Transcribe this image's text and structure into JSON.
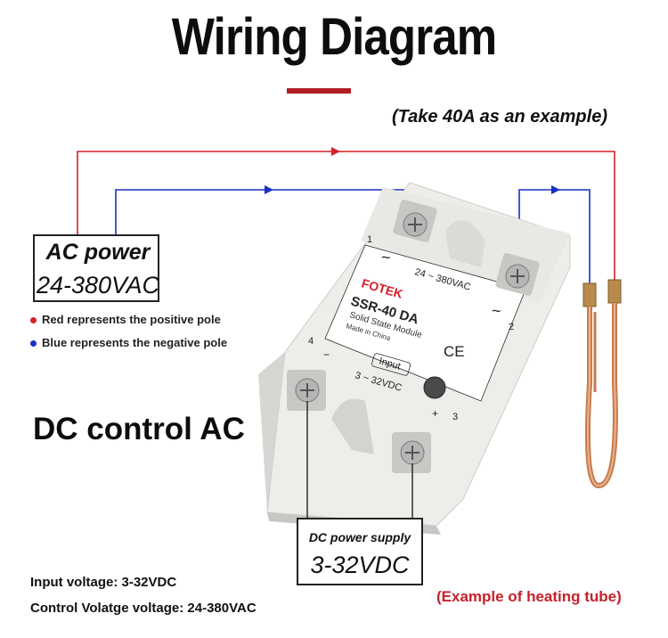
{
  "title": "Wiring Diagram",
  "example_note": "(Take 40A as an example)",
  "ac_power": {
    "label": "AC power",
    "range": "24-380VAC"
  },
  "legend": {
    "red": "Red represents the positive pole",
    "blue": "Blue represents the negative pole"
  },
  "headline": "DC control AC",
  "dc_power": {
    "label": "DC power supply",
    "range": "3-32VDC"
  },
  "specs": {
    "input": "Input voltage: 3-32VDC",
    "control": "Control Volatge voltage: 24-380VAC"
  },
  "heating_note": "(Example of heating tube)",
  "relay": {
    "brand": "FOTEK",
    "model": "SSR-40 DA",
    "subtitle": "Solid State Module",
    "origin": "Made in China",
    "ac_rating": "24 ~ 380VAC",
    "input_label": "Input",
    "dc_rating": "3 ~ 32VDC",
    "ce_mark": "CE",
    "terminal_1": "1",
    "terminal_2": "2",
    "terminal_3": "3",
    "terminal_4": "4",
    "tilde_1": "~",
    "tilde_2": "~",
    "minus": "−",
    "plus": "+"
  },
  "colors": {
    "positive": "#d42027",
    "negative": "#1a2fc4",
    "accent": "#b01f24",
    "note": "#c8202a"
  }
}
